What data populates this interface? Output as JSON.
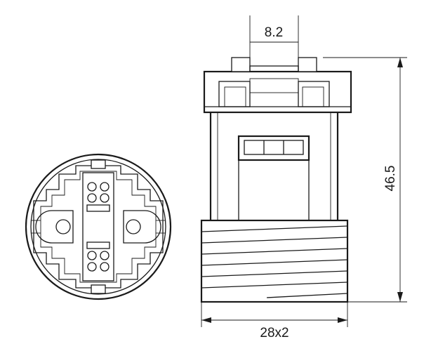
{
  "dimensions": {
    "pin_spacing": "8.2",
    "height": "46.5",
    "thread": "28x2"
  },
  "colors": {
    "line": "#1a1a1a",
    "background": "#ffffff"
  }
}
